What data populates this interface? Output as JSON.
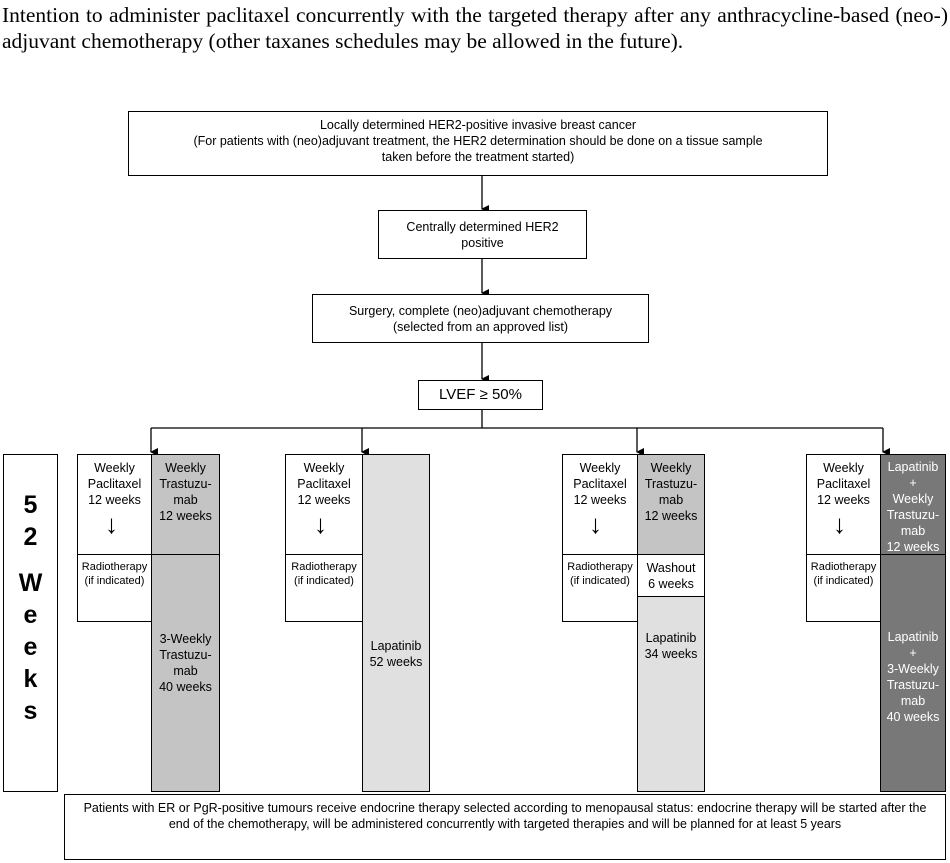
{
  "intro": {
    "text": "Intention to administer paclitaxel concurrently with the targeted therapy after any anthracycline-based (neo-) adjuvant chemotherapy (other taxanes schedules may be allowed in the future)."
  },
  "flow": {
    "step1": [
      "Locally determined HER2-positive invasive breast cancer",
      "(For patients with (neo)adjuvant treatment, the HER2 determination should be done on a tissue sample",
      "taken before the treatment started)"
    ],
    "step2": [
      "Centrally determined HER2",
      "positive"
    ],
    "step3": [
      "Surgery, complete (neo)adjuvant chemotherapy",
      "(selected from an approved list)"
    ],
    "step4": "LVEF ≥ 50%"
  },
  "side_label": {
    "num": "5",
    "num2": "2",
    "letters": [
      "W",
      "e",
      "e",
      "k",
      "s"
    ]
  },
  "arms": [
    {
      "chemo": [
        "Weekly",
        "Paclitaxel",
        "12 weeks"
      ],
      "radio": [
        "Radiotherapy",
        "(if indicated)"
      ],
      "target1": [
        "Weekly",
        "Trastuzu-",
        "mab",
        "12 weeks"
      ],
      "target2": [
        "3-Weekly",
        "Trastuzu-",
        "mab",
        "40 weeks"
      ]
    },
    {
      "chemo": [
        "Weekly",
        "Paclitaxel",
        "12 weeks"
      ],
      "radio": [
        "Radiotherapy",
        "(if indicated)"
      ],
      "target1": [
        "Lapatinib",
        "52 weeks"
      ]
    },
    {
      "chemo": [
        "Weekly",
        "Paclitaxel",
        "12 weeks"
      ],
      "radio": [
        "Radiotherapy",
        "(if indicated)"
      ],
      "target1": [
        "Weekly",
        "Trastuzu-",
        "mab",
        "12 weeks"
      ],
      "washout": [
        "Washout",
        "6 weeks"
      ],
      "target2": [
        "Lapatinib",
        "34 weeks"
      ]
    },
    {
      "chemo": [
        "Weekly",
        "Paclitaxel",
        "12 weeks"
      ],
      "radio": [
        "Radiotherapy",
        "(if indicated)"
      ],
      "target1": [
        "Lapatinib",
        "+",
        "Weekly",
        "Trastuzu-",
        "mab",
        "12 weeks"
      ],
      "target2": [
        "Lapatinib",
        "+",
        "3-Weekly",
        "Trastuzu-",
        "mab",
        "40 weeks"
      ]
    }
  ],
  "arrow_glyph": "↓",
  "footer": "Patients with ER or PgR-positive tumours receive endocrine therapy selected according to menopausal status: endocrine therapy will be started after the end of the chemotherapy, will be administered concurrently with targeted therapies and will be planned for at least 5 years"
}
